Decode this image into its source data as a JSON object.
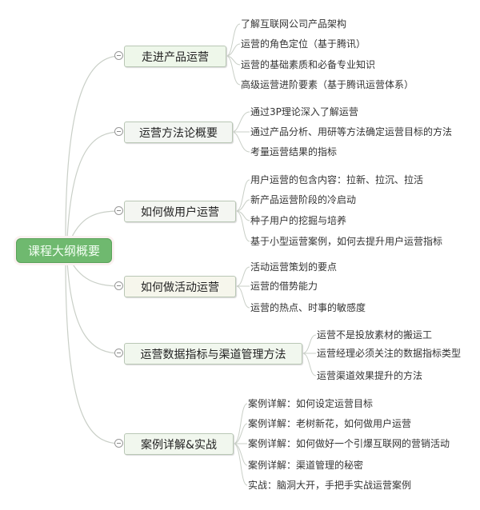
{
  "root": {
    "label": "课程大纲概要"
  },
  "colors": {
    "root_fill": "#6fb96f",
    "main_fill": "#eef7ea",
    "line": "#c7d2c5",
    "line_accent": "#a7d8a0"
  },
  "branches": [
    {
      "label": "走进产品运营",
      "children": [
        "了解互联网公司产品架构",
        "运营的角色定位（基于腾讯）",
        "运营的基础素质和必备专业知识",
        "高级运营进阶要素（基于腾讯运营体系）"
      ]
    },
    {
      "label": "运营方法论概要",
      "children": [
        "通过3P理论深入了解运营",
        "通过产品分析、用研等方法确定运营目标的方法",
        "考量运营结果的指标"
      ]
    },
    {
      "label": "如何做用户运营",
      "children": [
        "用户运营的包含内容：拉新、拉沉、拉活",
        "新产品运营阶段的冷启动",
        " 种子用户的挖掘与培养",
        "基于小型运营案例，如何去提升用户运营指标"
      ]
    },
    {
      "label": "如何做活动运营",
      "children": [
        "活动运营策划的要点",
        "运营的借势能力",
        "运营的热点、时事的敏感度"
      ]
    },
    {
      "label": "运营数据指标与渠道管理方法",
      "children": [
        "运营不是投放素材的搬运工",
        "运营经理必须关注的数据指标类型",
        "运营渠道效果提升的方法"
      ]
    },
    {
      "label": "案例详解&实战",
      "children": [
        "案例详解：如何设定运营目标",
        "案例详解：老树新花，如何做用户运营",
        "案例详解：如何做好一个引爆互联网的营销活动",
        "案例详解：渠道管理的秘密",
        "实战：脑洞大开，手把手实战运营案例"
      ]
    }
  ]
}
